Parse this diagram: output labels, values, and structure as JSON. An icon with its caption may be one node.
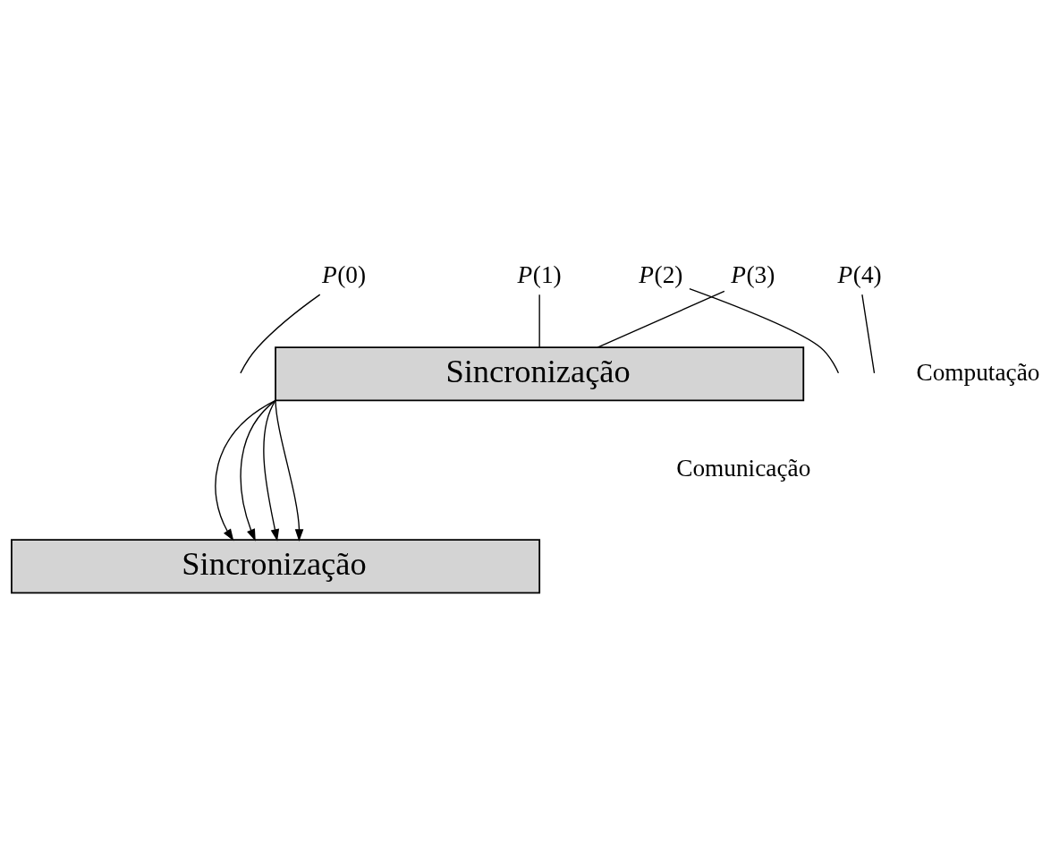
{
  "diagram": {
    "nodes": [
      {
        "text": [
          "*P*(0)"
        ]
      },
      {
        "text": [
          "*P*(1)"
        ]
      },
      {
        "text": [
          "*P*(2)"
        ]
      },
      {
        "text": [
          "*P*(3)"
        ]
      },
      {
        "text": [
          "*P*(4)"
        ]
      },
      {
        "text": [
          "Sincronização"
        ]
      },
      {
        "text": [
          "Sincronização"
        ]
      }
    ],
    "edges": [
      {
        "from": 0,
        "to": null,
        "arrow": "none"
      },
      {
        "from": 1,
        "to": 5,
        "arrow": "none"
      },
      {
        "from": 2,
        "to": null,
        "arrow": "none"
      },
      {
        "from": 3,
        "to": 5,
        "arrow": "none"
      },
      {
        "from": 4,
        "to": null,
        "arrow": "none"
      },
      {
        "from": 5,
        "to": 6,
        "arrow": "to"
      },
      {
        "from": 5,
        "to": 6,
        "arrow": "to"
      },
      {
        "from": 5,
        "to": 6,
        "arrow": "to"
      },
      {
        "from": 5,
        "to": 6,
        "arrow": "to"
      }
    ],
    "labels": [
      "Computação",
      "Comunicação"
    ]
  }
}
